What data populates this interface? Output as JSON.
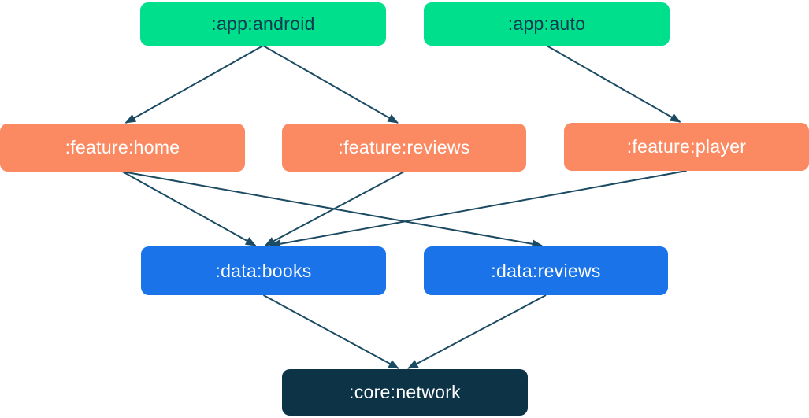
{
  "diagram": {
    "kind": "module-dependency-graph"
  },
  "colors": {
    "background": "#ffffff",
    "app_node": "#00e08c",
    "feature_node": "#fb8a62",
    "data_node": "#1a73e8",
    "core_node": "#0d3346",
    "arrow": "#1b4a63",
    "text_dark": "#11394f",
    "text_light": "#ffffff"
  },
  "nodes": [
    {
      "id": "app-android",
      "label": ":app:android",
      "role": "app"
    },
    {
      "id": "app-auto",
      "label": ":app:auto",
      "role": "app"
    },
    {
      "id": "feature-home",
      "label": ":feature:home",
      "role": "feature"
    },
    {
      "id": "feature-reviews",
      "label": ":feature:reviews",
      "role": "feature"
    },
    {
      "id": "feature-player",
      "label": ":feature:player",
      "role": "feature"
    },
    {
      "id": "data-books",
      "label": ":data:books",
      "role": "data"
    },
    {
      "id": "data-reviews",
      "label": ":data:reviews",
      "role": "data"
    },
    {
      "id": "core-network",
      "label": ":core:network",
      "role": "core"
    }
  ],
  "edges": [
    {
      "from": "app-android",
      "to": "feature-home"
    },
    {
      "from": "app-android",
      "to": "feature-reviews"
    },
    {
      "from": "app-auto",
      "to": "feature-player"
    },
    {
      "from": "feature-home",
      "to": "data-books"
    },
    {
      "from": "feature-home",
      "to": "data-reviews"
    },
    {
      "from": "feature-reviews",
      "to": "data-books"
    },
    {
      "from": "feature-player",
      "to": "data-books"
    },
    {
      "from": "data-books",
      "to": "core-network"
    },
    {
      "from": "data-reviews",
      "to": "core-network"
    }
  ]
}
